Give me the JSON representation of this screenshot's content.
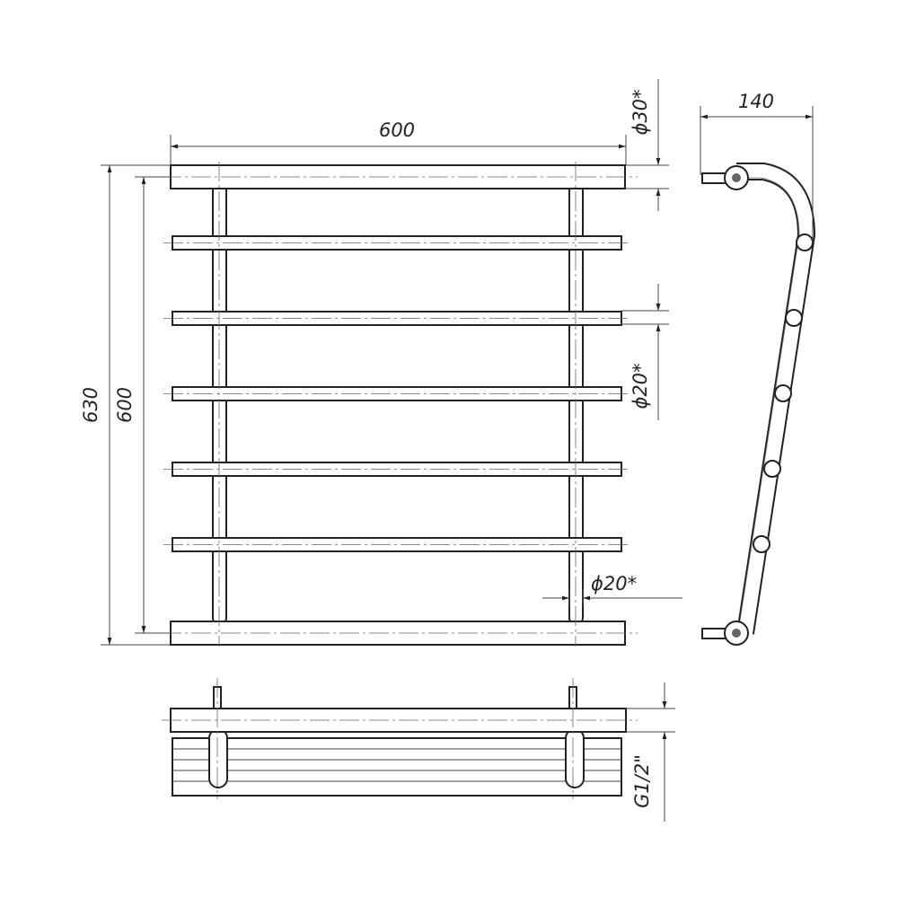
{
  "drawing": {
    "front_view": {
      "width_label": "600",
      "overall_height_label": "630",
      "center_height_label": "600",
      "top_tube_diameter_label": "ϕ30*",
      "rung_diameter_label": "ϕ20*",
      "riser_diameter_label": "ϕ20*",
      "rung_count": 5
    },
    "side_view": {
      "depth_label": "140"
    },
    "top_view": {
      "connection_label": "G1/2\""
    },
    "line_color": "#222222"
  }
}
